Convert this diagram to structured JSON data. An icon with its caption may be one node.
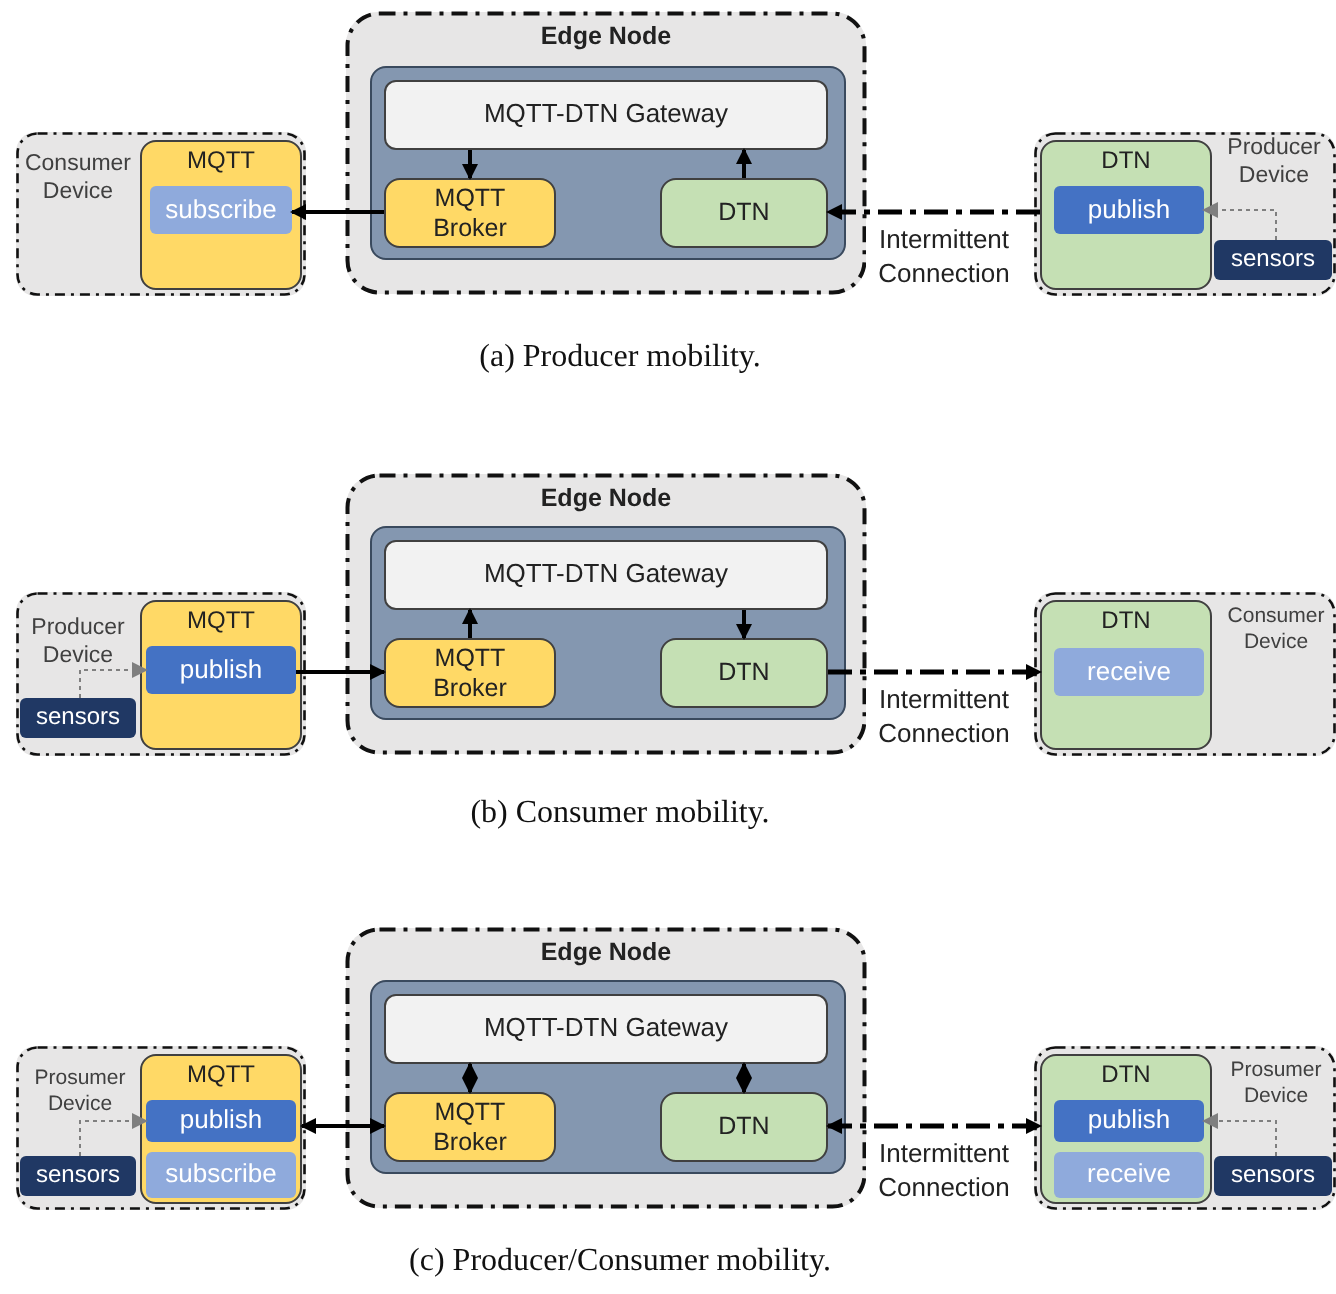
{
  "diagram": {
    "nodes": [
      {
        "text": [
          "Consumer Device"
        ]
      },
      {
        "text": [
          "MQTT"
        ],
        "in": 0
      },
      {
        "text": [
          "subscribe"
        ],
        "in": 1
      },
      {
        "text": [
          "Edge Node"
        ]
      },
      {
        "text": [],
        "shape": "box",
        "in": 3
      },
      {
        "text": [
          "MQTT-DTN Gateway"
        ],
        "in": 4
      },
      {
        "text": [
          "MQTT Broker"
        ],
        "in": 4
      },
      {
        "text": [
          "DTN"
        ],
        "in": 4
      },
      {
        "text": [
          "Producer Device"
        ]
      },
      {
        "text": [
          "DTN"
        ],
        "in": 8
      },
      {
        "text": [
          "publish"
        ],
        "in": 9
      },
      {
        "text": [
          "sensors"
        ],
        "in": 8
      },
      {
        "text": [
          "Producer Device"
        ]
      },
      {
        "text": [
          "MQTT"
        ],
        "in": 12
      },
      {
        "text": [
          "publish"
        ],
        "in": 13
      },
      {
        "text": [
          "sensors"
        ],
        "in": 12
      },
      {
        "text": [
          "Edge Node"
        ]
      },
      {
        "text": [],
        "shape": "box",
        "in": 16
      },
      {
        "text": [
          "MQTT-DTN Gateway"
        ],
        "in": 17
      },
      {
        "text": [
          "MQTT Broker"
        ],
        "in": 17
      },
      {
        "text": [
          "DTN"
        ],
        "in": 17
      },
      {
        "text": [
          "Consumer Device"
        ]
      },
      {
        "text": [
          "DTN"
        ],
        "in": 21
      },
      {
        "text": [
          "receive"
        ],
        "in": 22
      },
      {
        "text": [
          "Prosumer Device"
        ]
      },
      {
        "text": [
          "MQTT"
        ],
        "in": 24
      },
      {
        "text": [
          "publish"
        ],
        "in": 25
      },
      {
        "text": [
          "subscribe"
        ],
        "in": 25
      },
      {
        "text": [
          "sensors"
        ],
        "in": 24
      },
      {
        "text": [
          "Edge Node"
        ]
      },
      {
        "text": [],
        "shape": "box",
        "in": 29
      },
      {
        "text": [
          "MQTT-DTN Gateway"
        ],
        "in": 30
      },
      {
        "text": [
          "MQTT Broker"
        ],
        "in": 30
      },
      {
        "text": [
          "DTN"
        ],
        "in": 30
      },
      {
        "text": [
          "Prosumer Device"
        ]
      },
      {
        "text": [
          "DTN"
        ],
        "in": 34
      },
      {
        "text": [
          "publish"
        ],
        "in": 35
      },
      {
        "text": [
          "receive"
        ],
        "in": 35
      },
      {
        "text": [
          "sensors"
        ],
        "in": 34
      }
    ],
    "edges": [
      {
        "from": 5,
        "to": 6,
        "arrow": "to"
      },
      {
        "from": 7,
        "to": 5,
        "arrow": "to"
      },
      {
        "from": 6,
        "to": 2,
        "arrow": "to"
      },
      {
        "from": 9,
        "to": 7,
        "arrow": "to",
        "label": "Intermittent Connection",
        "style": "dashed"
      },
      {
        "from": 11,
        "to": 10,
        "arrow": "to",
        "style": "dashed",
        "color": "#7f7f7f"
      },
      {
        "from": 15,
        "to": 14,
        "arrow": "to",
        "style": "dashed",
        "color": "#7f7f7f"
      },
      {
        "from": 14,
        "to": 19,
        "arrow": "to"
      },
      {
        "from": 19,
        "to": 18,
        "arrow": "to"
      },
      {
        "from": 18,
        "to": 20,
        "arrow": "to"
      },
      {
        "from": 20,
        "to": 22,
        "arrow": "to",
        "label": "Intermittent Connection",
        "style": "dashed"
      },
      {
        "from": 28,
        "to": 26,
        "arrow": "to",
        "style": "dashed",
        "color": "#7f7f7f"
      },
      {
        "from": 25,
        "to": 32,
        "arrow": "both"
      },
      {
        "from": 32,
        "to": 31,
        "arrow": "both"
      },
      {
        "from": 33,
        "to": 31,
        "arrow": "both"
      },
      {
        "from": 33,
        "to": 35,
        "arrow": "both",
        "label": "Intermittent Connection",
        "style": "dashed"
      },
      {
        "from": 38,
        "to": 36,
        "arrow": "to",
        "style": "dashed",
        "color": "#7f7f7f"
      }
    ],
    "labels": [
      "(a) Producer mobility.",
      "(b) Consumer mobility.",
      "(c) Producer/Consumer mobility."
    ]
  }
}
